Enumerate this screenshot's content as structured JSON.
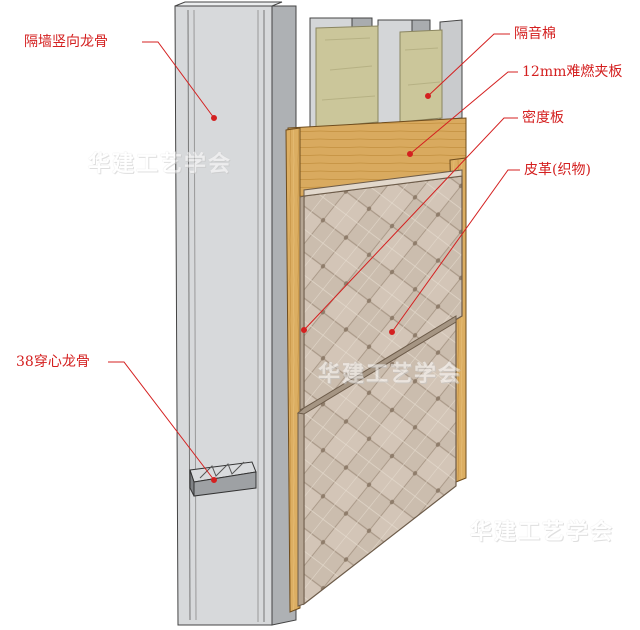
{
  "labels": {
    "stud": "隔墙竖向龙骨",
    "channel": "38穿心龙骨",
    "insulation": "隔音棉",
    "plywood": "12mm难燃夹板",
    "mdf": "密度板",
    "leather": "皮革(织物)"
  },
  "watermark": "华建工艺学会",
  "colors": {
    "leader": "#d42020",
    "steel": "#cfd1d3",
    "wood": "#d8a85a",
    "insulation": "#c9c49a",
    "leather": "#d2c4b6"
  }
}
